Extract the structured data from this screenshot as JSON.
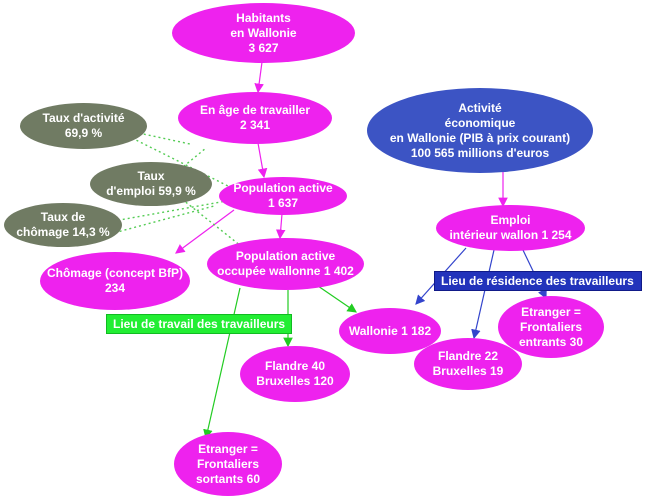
{
  "nodes": {
    "habitants": {
      "lines": [
        "Habitants",
        "en Wallonie",
        "3 627"
      ]
    },
    "age_travailler": {
      "lines": [
        "En âge de travailler",
        "2 341"
      ]
    },
    "pop_active": {
      "lines": [
        "Population active",
        "1 637"
      ]
    },
    "pop_occupee": {
      "lines": [
        "Population active",
        "occupée wallonne  1 402"
      ]
    },
    "chomage": {
      "lines": [
        "Chômage (concept BfP)",
        "234"
      ]
    },
    "taux_activite": {
      "lines": [
        "Taux d'activité",
        "69,9 %"
      ]
    },
    "taux_emploi": {
      "lines": [
        "Taux",
        "d'emploi  59,9 %"
      ]
    },
    "taux_chomage": {
      "lines": [
        "Taux de",
        "chômage 14,3 %"
      ]
    },
    "activite_eco": {
      "lines": [
        "Activité",
        "économique",
        "en Wallonie (PIB à prix courant)",
        "100 565 millions d'euros"
      ]
    },
    "emploi_interieur": {
      "lines": [
        "Emploi",
        "intérieur wallon  1 254"
      ]
    },
    "wallonie": {
      "lines": [
        "Wallonie 1 182"
      ]
    },
    "flandre_bxl_out": {
      "lines": [
        "Flandre  40",
        "Bruxelles  120"
      ]
    },
    "etranger_out": {
      "lines": [
        "Etranger =",
        "Frontaliers",
        "sortants 60"
      ]
    },
    "flandre_bxl_in": {
      "lines": [
        "Flandre  22",
        "Bruxelles  19"
      ]
    },
    "etranger_in": {
      "lines": [
        "Etranger =",
        "Frontaliers",
        "entrants  30"
      ]
    }
  },
  "labels": {
    "lieu_travail": "Lieu de travail des travailleurs",
    "lieu_residence": "Lieu de résidence des travailleurs"
  },
  "colors": {
    "magenta": "#ee22ee",
    "olive": "#707b63",
    "blue": "#3c54c4",
    "arrow_magenta": "#ee22ee",
    "arrow_green": "#22cc22",
    "arrow_blue": "#3344cc",
    "dotted_green": "#55cc55"
  }
}
